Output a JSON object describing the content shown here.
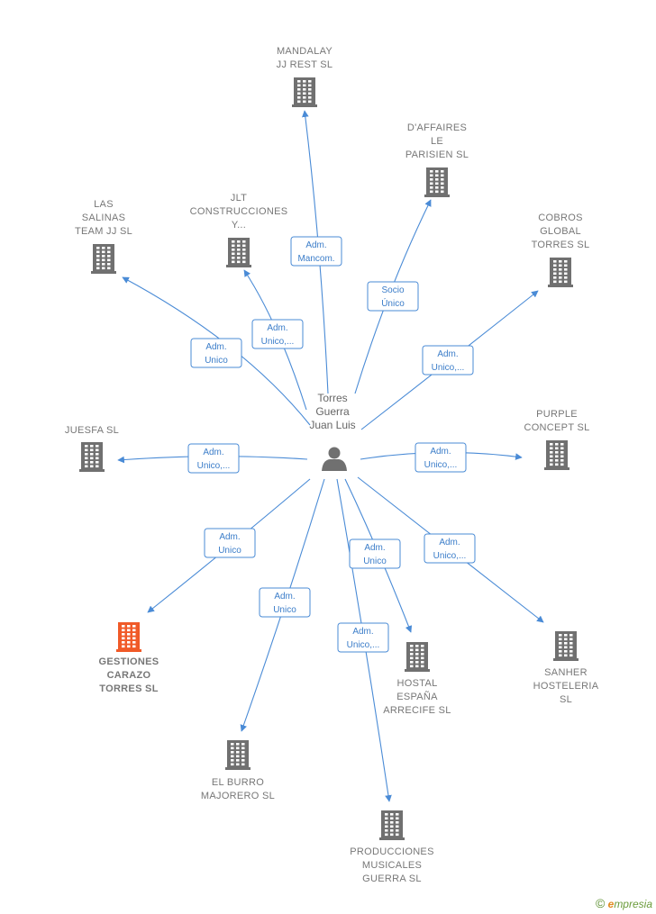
{
  "center": {
    "name_lines": [
      "Torres",
      "Guerra",
      "Juan Luis"
    ],
    "icon": "person-icon"
  },
  "companies": [
    {
      "id": "mandalay",
      "lines": [
        "MANDALAY",
        "JJ REST  SL"
      ],
      "highlight": false
    },
    {
      "id": "daffaires",
      "lines": [
        "D'AFFAIRES",
        "LE",
        "PARISIEN SL"
      ],
      "highlight": false
    },
    {
      "id": "las-salinas",
      "lines": [
        "LAS",
        "SALINAS",
        "TEAM JJ  SL"
      ],
      "highlight": false
    },
    {
      "id": "jlt",
      "lines": [
        "JLT",
        "CONSTRUCCIONES",
        "Y..."
      ],
      "highlight": false
    },
    {
      "id": "cobros",
      "lines": [
        "COBROS",
        "GLOBAL",
        "TORRES  SL"
      ],
      "highlight": false
    },
    {
      "id": "juesfa",
      "lines": [
        "JUESFA SL"
      ],
      "highlight": false
    },
    {
      "id": "purple",
      "lines": [
        "PURPLE",
        "CONCEPT SL"
      ],
      "highlight": false
    },
    {
      "id": "gestiones",
      "lines": [
        "GESTIONES",
        "CARAZO",
        "TORRES  SL"
      ],
      "highlight": true
    },
    {
      "id": "hostal",
      "lines": [
        "HOSTAL",
        "ESPAÑA",
        "ARRECIFE  SL"
      ],
      "highlight": false
    },
    {
      "id": "sanher",
      "lines": [
        "SANHER",
        "HOSTELERIA",
        "SL"
      ],
      "highlight": false
    },
    {
      "id": "burro",
      "lines": [
        "EL BURRO",
        "MAJORERO SL"
      ],
      "highlight": false
    },
    {
      "id": "producciones",
      "lines": [
        "PRODUCCIONES",
        "MUSICALES",
        "GUERRA  SL"
      ],
      "highlight": false
    }
  ],
  "edges": [
    {
      "to": "mandalay",
      "label_lines": [
        "Adm.",
        "Mancom."
      ]
    },
    {
      "to": "daffaires",
      "label_lines": [
        "Socio",
        "Único"
      ]
    },
    {
      "to": "las-salinas",
      "label_lines": [
        "Adm.",
        "Unico"
      ]
    },
    {
      "to": "jlt",
      "label_lines": [
        "Adm.",
        "Unico,..."
      ]
    },
    {
      "to": "cobros",
      "label_lines": [
        "Adm.",
        "Unico,..."
      ]
    },
    {
      "to": "juesfa",
      "label_lines": [
        "Adm.",
        "Unico,..."
      ]
    },
    {
      "to": "purple",
      "label_lines": [
        "Adm.",
        "Unico,..."
      ]
    },
    {
      "to": "gestiones",
      "label_lines": [
        "Adm.",
        "Unico"
      ]
    },
    {
      "to": "hostal",
      "label_lines": [
        "Adm.",
        "Unico"
      ]
    },
    {
      "to": "sanher",
      "label_lines": [
        "Adm.",
        "Unico,..."
      ]
    },
    {
      "to": "burro",
      "label_lines": [
        "Adm.",
        "Unico"
      ]
    },
    {
      "to": "producciones",
      "label_lines": [
        "Adm.",
        "Unico,..."
      ]
    }
  ],
  "colors": {
    "edge": "#4a8bd6",
    "building": "#707070",
    "building_highlight": "#f05a28",
    "person": "#707070"
  },
  "watermark": {
    "symbol": "©",
    "brand_initial": "e",
    "brand_rest": "mpresia"
  }
}
